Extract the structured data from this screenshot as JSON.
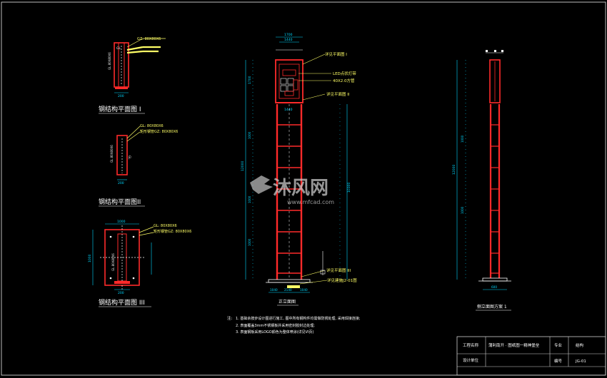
{
  "frame": {
    "background": "#000000",
    "line_color": "#c8c8c8"
  },
  "colors": {
    "steel": "#ff2a2a",
    "dimension": "#00d8ff",
    "leader": "#ffff66",
    "text": "#ffffff"
  },
  "plan1": {
    "title": "钢结构平面图 I",
    "note1": "GZ: 80X80X6",
    "label_gl": "GL",
    "side_label": "GL 80X80X6",
    "dim": "200"
  },
  "plan2": {
    "title": "钢结构平面图II",
    "note1": "GL: 80X80X6",
    "note2": "矩形钢管GZ: 80X80X6",
    "label_gl": "GL",
    "side_label": "GL 80X80X6",
    "dim": "200"
  },
  "plan3": {
    "title": "钢结构平面图 III",
    "note1": "GL: 80X80X6",
    "note2": "矩形钢管GZ: 80X80X6",
    "side_label": "GL 80X80X6",
    "dim_top": "1000",
    "dim_bottom": "200",
    "dim_left": "1000"
  },
  "front": {
    "caption": "正立面图",
    "dim_top1": "1700",
    "dim_top2": "1440",
    "dim_mid": "1440",
    "label1": "详见平面图 I",
    "label2": "LED点状灯带",
    "label3": "40X2.0方管",
    "label4": "详见平面图 II",
    "label5": "详见平面图 III",
    "label6": "详见建施J2-01图",
    "left_total": "12000",
    "left_top": "1700",
    "left_seg": "1000",
    "right_total": "10300",
    "bottom_dim1": "1040",
    "bottom_dim2": "2140",
    "bottom_dim3": "1040"
  },
  "side": {
    "caption": "侧立面图方案 1",
    "left_total": "12000",
    "left_seg": "1000",
    "bottom_dim": "600"
  },
  "watermark": {
    "brand": "沐风网",
    "url": "www.mfcad.com"
  },
  "notes": {
    "head": "注:",
    "line1": "1. 基础余按步设计图进行施工, 图中所有钢构件均需做防锈处理, 采用焊接连接;",
    "line2": "2. 表面覆盖3mm不锈钢板并采用密封胶封边处理;",
    "line3": "3. 表面钢板采用LOGO颜色为整体喷涂(详见VI页)"
  },
  "title_block": {
    "project_label": "工程名称",
    "project_value": "蒲利南开 · 图纸图一精神堡垒",
    "spec_label": "专业",
    "spec_value": "结构",
    "design_label": "设计单位",
    "no_label": "编号",
    "no_value": "JG-01"
  }
}
